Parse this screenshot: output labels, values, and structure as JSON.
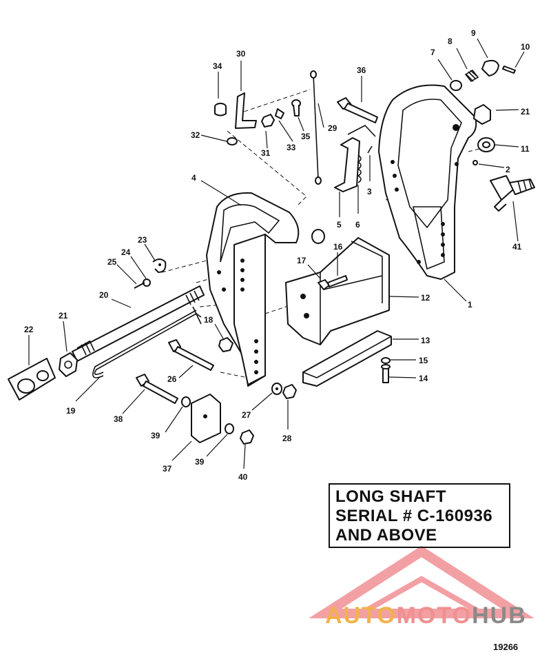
{
  "callouts": [
    {
      "id": "c1",
      "label": "1"
    },
    {
      "id": "c2",
      "label": "2"
    },
    {
      "id": "c3",
      "label": "3"
    },
    {
      "id": "c4",
      "label": "4"
    },
    {
      "id": "c5",
      "label": "5"
    },
    {
      "id": "c6",
      "label": "6"
    },
    {
      "id": "c7",
      "label": "7"
    },
    {
      "id": "c8",
      "label": "8"
    },
    {
      "id": "c9",
      "label": "9"
    },
    {
      "id": "c10",
      "label": "10"
    },
    {
      "id": "c11",
      "label": "11"
    },
    {
      "id": "c12",
      "label": "12"
    },
    {
      "id": "c13",
      "label": "13"
    },
    {
      "id": "c14",
      "label": "14"
    },
    {
      "id": "c15",
      "label": "15"
    },
    {
      "id": "c16",
      "label": "16"
    },
    {
      "id": "c17",
      "label": "17"
    },
    {
      "id": "c18",
      "label": "18"
    },
    {
      "id": "c19",
      "label": "19"
    },
    {
      "id": "c20",
      "label": "20"
    },
    {
      "id": "c21a",
      "label": "21"
    },
    {
      "id": "c21b",
      "label": "21"
    },
    {
      "id": "c22",
      "label": "22"
    },
    {
      "id": "c23",
      "label": "23"
    },
    {
      "id": "c24",
      "label": "24"
    },
    {
      "id": "c25",
      "label": "25"
    },
    {
      "id": "c26",
      "label": "26"
    },
    {
      "id": "c27",
      "label": "27"
    },
    {
      "id": "c28",
      "label": "28"
    },
    {
      "id": "c29",
      "label": "29"
    },
    {
      "id": "c30",
      "label": "30"
    },
    {
      "id": "c31",
      "label": "31"
    },
    {
      "id": "c32",
      "label": "32"
    },
    {
      "id": "c33",
      "label": "33"
    },
    {
      "id": "c34",
      "label": "34"
    },
    {
      "id": "c35",
      "label": "35"
    },
    {
      "id": "c36",
      "label": "36"
    },
    {
      "id": "c37",
      "label": "37"
    },
    {
      "id": "c38",
      "label": "38"
    },
    {
      "id": "c39a",
      "label": "39"
    },
    {
      "id": "c39b",
      "label": "39"
    },
    {
      "id": "c40",
      "label": "40"
    },
    {
      "id": "c41",
      "label": "41"
    }
  ],
  "note": {
    "lines": [
      "LONG SHAFT",
      "SERIAL # C-160936",
      "AND ABOVE"
    ]
  },
  "figure_number": "19266",
  "watermark": {
    "text_part1": "AUTO",
    "text_part2": "MOTO",
    "text_part3": "HUB",
    "color_part1": "#f2b24a",
    "color_part2": "#f09090",
    "color_part3": "#8a8a8a",
    "triangle_color": "#e8545a"
  }
}
